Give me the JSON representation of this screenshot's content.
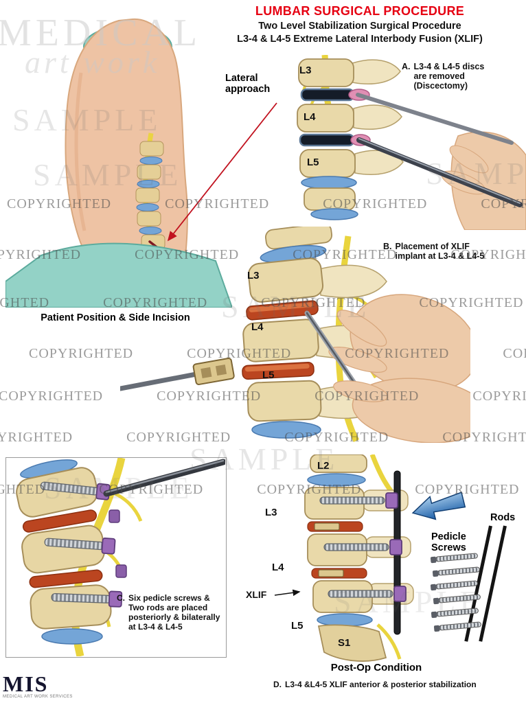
{
  "header": {
    "title": "LUMBAR SURGICAL PROCEDURE",
    "subtitle1": "Two Level Stabilization Surgical Procedure",
    "subtitle2": "L3-4 & L4-5 Extreme Lateral Interbody Fusion (XLIF)"
  },
  "watermarks": {
    "brand_top": "MEDICAL",
    "brand_bottom": "art work",
    "sample": "SAMPLE",
    "copyrighted": "COPYRIGHTED"
  },
  "patient_panel": {
    "approach_label": "Lateral\napproach",
    "caption": "Patient Position & Side Incision"
  },
  "panel_a": {
    "step": "A.",
    "text": "L3-4 & L4-5 discs\nare removed\n(Discectomy)",
    "labels": {
      "l3": "L3",
      "l4": "L4",
      "l5": "L5"
    }
  },
  "panel_b": {
    "step": "B.",
    "text": "Placement of XLIF\nimplant at L3-4 & L4-5",
    "labels": {
      "l3": "L3",
      "l4": "L4",
      "l5": "L5"
    }
  },
  "panel_c": {
    "step": "C.",
    "text": "Six pedicle screws &\nTwo rods are placed\nposteriorly & bilaterally\nat L3-4 & L4-5"
  },
  "panel_d": {
    "labels": {
      "l2": "L2",
      "l3": "L3",
      "l4": "L4",
      "l5": "L5",
      "s1": "S1"
    },
    "xlif_label": "XLIF",
    "rods_label": "Rods",
    "screws_label": "Pedicle\nScrews",
    "caption": "Post-Op Condition",
    "step": "D.",
    "text": "L3-4 &L4-5 XLIF anterior & posterior stabilization"
  },
  "footer": {
    "logo": "MIS",
    "logo_subtext": "MEDICAL ART WORK SERVICES"
  },
  "colors": {
    "title_red": "#e60012",
    "bone_tan": "#e9d9a9",
    "disc_blue": "#74a5d7",
    "disc_space_red": "#bb4520",
    "nerve_yellow": "#e9d43e",
    "screw_head_purple": "#9a6ab8",
    "drape_teal": "#93d2c6",
    "skin": "#eec3a4",
    "arrow_blue": "#1c5fa8",
    "arrow_red": "#c1121f"
  }
}
